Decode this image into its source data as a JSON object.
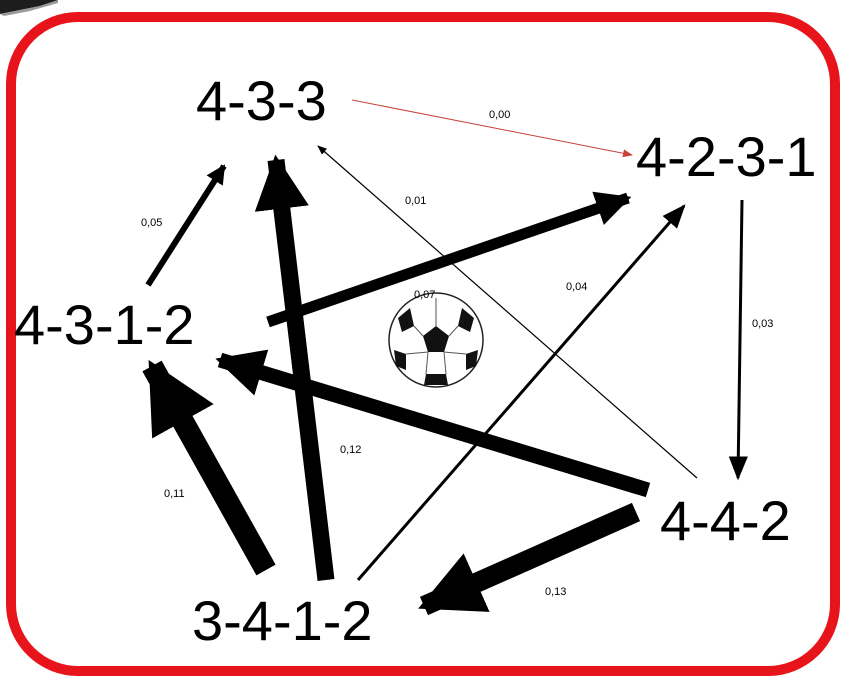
{
  "colors": {
    "frame": "#e8141b",
    "edge": "#000000",
    "highlight_edge": "#c8413b"
  },
  "nodes": {
    "n433": {
      "label": "4-3-3"
    },
    "n4231": {
      "label": "4-2-3-1"
    },
    "n4312": {
      "label": "4-3-1-2"
    },
    "n442": {
      "label": "4-4-2"
    },
    "n3412": {
      "label": "3-4-1-2"
    }
  },
  "edges": [
    {
      "from": "4-3-3",
      "to": "4-2-3-1",
      "label": "0,00"
    },
    {
      "from": "4-4-2",
      "to": "4-3-3",
      "label": "0,01"
    },
    {
      "from": "4-3-1-2",
      "to": "4-3-3",
      "label": "0,05"
    },
    {
      "from": "4-3-1-2",
      "to": "4-2-3-1",
      "label": "0,07"
    },
    {
      "from": "3-4-1-2",
      "to": "4-2-3-1",
      "label": "0,04"
    },
    {
      "from": "4-2-3-1",
      "to": "4-4-2",
      "label": "0,03"
    },
    {
      "from": "3-4-1-2",
      "to": "4-3-3",
      "label": "0,12"
    },
    {
      "from": "4-4-2",
      "to": "4-3-1-2",
      "label": ""
    },
    {
      "from": "3-4-1-2",
      "to": "4-3-1-2",
      "label": "0,11"
    },
    {
      "from": "4-4-2",
      "to": "3-4-1-2",
      "label": "0,13"
    }
  ],
  "center_image": {
    "icon": "soccer-ball-icon"
  }
}
